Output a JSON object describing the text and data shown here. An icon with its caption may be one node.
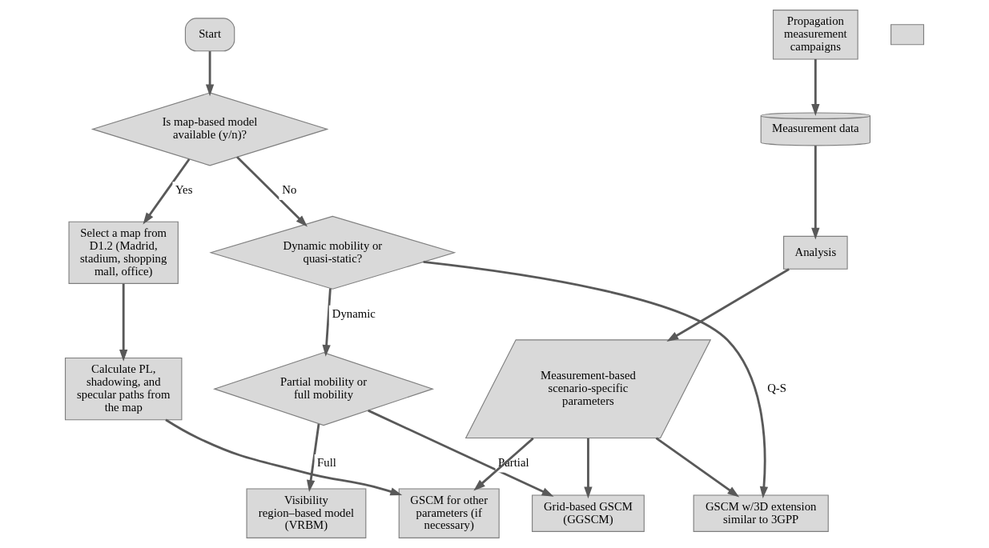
{
  "diagram": {
    "nodes": [
      {
        "text": [
          "Start"
        ]
      },
      {
        "text": [],
        "shape": "box"
      },
      {
        "text": [
          "Is map-based model available (y/n)?"
        ]
      },
      {
        "text": [
          "Dynamic mobility or quasi-static?"
        ]
      },
      {
        "text": [
          "Partial mobility or full mobility"
        ]
      },
      {
        "text": [
          "Visibility region–based model (VRBM)"
        ]
      },
      {
        "text": [
          "Grid-based GSCM (GGSCM)"
        ]
      },
      {
        "text": [
          "GSCM w/3D extension similar to 3GPP"
        ]
      },
      {
        "text": [
          "Select a map from D1.2 (Madrid, stadium, shopping mall, office)"
        ]
      },
      {
        "text": [
          "Calculate PL, shadowing, and specular paths from the map"
        ]
      },
      {
        "text": [
          "GSCM for other parameters (if necessary)"
        ]
      },
      {
        "text": [
          "Propagation measurement campaigns"
        ]
      },
      {
        "text": [
          "Measurement data"
        ]
      },
      {
        "text": [
          "Analysis"
        ]
      },
      {
        "text": [
          "Measurement-based scenario-specific parameters"
        ]
      }
    ],
    "edges": [
      {
        "from": 0,
        "to": 2,
        "arrow": "to"
      },
      {
        "from": 2,
        "to": 3,
        "arrow": "to",
        "label": "No"
      },
      {
        "from": 2,
        "to": 8,
        "arrow": "to",
        "label": "Yes"
      },
      {
        "from": 3,
        "to": 4,
        "arrow": "to",
        "label": "Dynamic"
      },
      {
        "from": 3,
        "to": 7,
        "arrow": "to",
        "label": "Q-S"
      },
      {
        "from": 4,
        "to": 5,
        "arrow": "to",
        "label": "Full"
      },
      {
        "from": 4,
        "to": 6,
        "arrow": "to",
        "label": "Partial"
      },
      {
        "from": 8,
        "to": 9,
        "arrow": "to"
      },
      {
        "from": 9,
        "to": 10,
        "arrow": "to"
      },
      {
        "from": 11,
        "to": 12,
        "arrow": "to"
      },
      {
        "from": 12,
        "to": 13,
        "arrow": "to"
      },
      {
        "from": 13,
        "to": 14,
        "arrow": "to"
      },
      {
        "from": 14,
        "to": 10,
        "arrow": "to"
      },
      {
        "from": 14,
        "to": 6,
        "arrow": "to"
      },
      {
        "from": 14,
        "to": 7,
        "arrow": "to"
      }
    ]
  }
}
